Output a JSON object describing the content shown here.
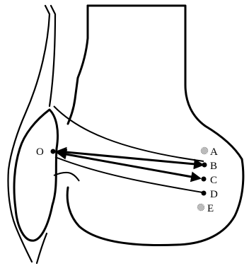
{
  "diagram": {
    "points": [
      {
        "id": "O",
        "label": "O",
        "style": "solid"
      },
      {
        "id": "A",
        "label": "A",
        "style": "hatched"
      },
      {
        "id": "B",
        "label": "B",
        "style": "solid"
      },
      {
        "id": "C",
        "label": "C",
        "style": "solid"
      },
      {
        "id": "D",
        "label": "D",
        "style": "solid"
      },
      {
        "id": "E",
        "label": "E",
        "style": "hatched"
      }
    ],
    "arrows": [
      {
        "from": "B",
        "to": "O",
        "type": "double-headed"
      },
      {
        "from": "O",
        "to": "C",
        "type": "double-headed"
      }
    ],
    "connections": [
      {
        "from": "O",
        "to": "D",
        "type": "line"
      }
    ],
    "colors": {
      "line": "#000000",
      "background": "#ffffff",
      "hatched_point": "#888888"
    }
  }
}
